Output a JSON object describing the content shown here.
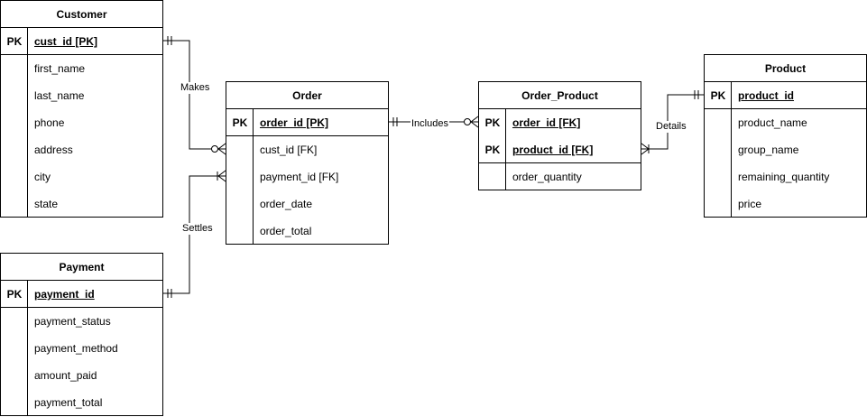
{
  "entities": {
    "customer": {
      "title": "Customer",
      "pk_rows": [
        {
          "key": "PK",
          "field": "cust_id [PK]"
        }
      ],
      "rows": [
        "first_name",
        "last_name",
        "phone",
        "address",
        "city",
        "state"
      ]
    },
    "order": {
      "title": "Order",
      "pk_rows": [
        {
          "key": "PK",
          "field": "order_id [PK]"
        }
      ],
      "rows": [
        "cust_id [FK]",
        "payment_id [FK]",
        "order_date",
        "order_total"
      ]
    },
    "order_product": {
      "title": "Order_Product",
      "pk_rows": [
        {
          "key": "PK",
          "field": "order_id [FK]"
        },
        {
          "key": "PK",
          "field": "product_id [FK]"
        }
      ],
      "rows": [
        "order_quantity"
      ]
    },
    "product": {
      "title": "Product",
      "pk_rows": [
        {
          "key": "PK",
          "field": "product_id"
        }
      ],
      "rows": [
        "product_name",
        "group_name",
        "remaining_quantity",
        "price"
      ]
    },
    "payment": {
      "title": "Payment",
      "pk_rows": [
        {
          "key": "PK",
          "field": "payment_id"
        }
      ],
      "rows": [
        "payment_status",
        "payment_method",
        "amount_paid",
        "payment_total"
      ]
    }
  },
  "relationships": {
    "makes": "Makes",
    "settles": "Settles",
    "includes": "Includes",
    "details": "Details"
  }
}
